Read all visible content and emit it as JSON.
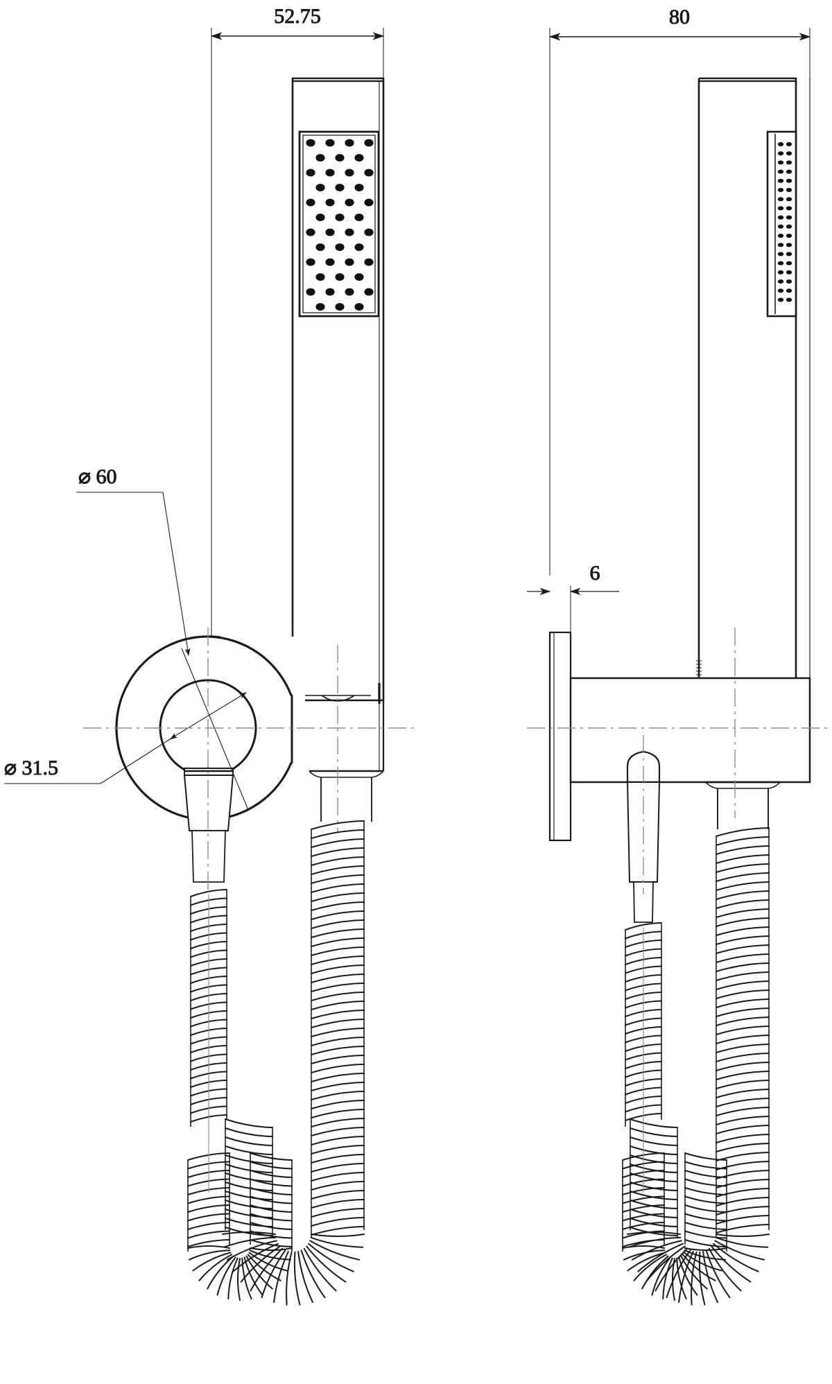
{
  "drawing": {
    "type": "engineering-drawing",
    "subject": "hand shower with wall bracket and flexible hose",
    "projection": "two orthographic views: front view (left) and side view (right)",
    "units": "mm",
    "line_color": "#1a1a1a",
    "center_line_color": "#8c8c8c",
    "background": "#ffffff"
  },
  "dimensions": {
    "front_overall_width": "52.75",
    "side_overall_width": "80",
    "wall_plate_thickness": "6",
    "bracket_outer_diameter": "⌀ 60",
    "bracket_inner_diameter": "⌀ 31.5"
  },
  "views": {
    "front": {
      "label": "front-view",
      "width_dimension": "52.75"
    },
    "side": {
      "label": "side-view",
      "width_dimension": "80"
    }
  },
  "callouts": [
    {
      "id": "dia-60",
      "text": "⌀ 60",
      "target": "bracket outer circle"
    },
    {
      "id": "dia-31-5",
      "text": "⌀ 31.5",
      "target": "bracket inner circle"
    },
    {
      "id": "dim-6",
      "text": "6",
      "target": "wall plate thickness"
    },
    {
      "id": "dim-52-75",
      "text": "52.75",
      "target": "shower head width, front view"
    },
    {
      "id": "dim-80",
      "text": "80",
      "target": "assembly projection, side view"
    }
  ],
  "components": {
    "shower_head": "rectangular slim hand shower head with perforated nozzle face",
    "nozzle_plate": "staggered dot array spray face",
    "handle": "slim rectangular wand",
    "wall_bracket": "circular C-shaped holder ring",
    "wall_plate": "round escutcheon flange",
    "outlet_elbow": "domed water outlet",
    "hose": "flexible coiled metal shower hose, U-shaped routing"
  }
}
